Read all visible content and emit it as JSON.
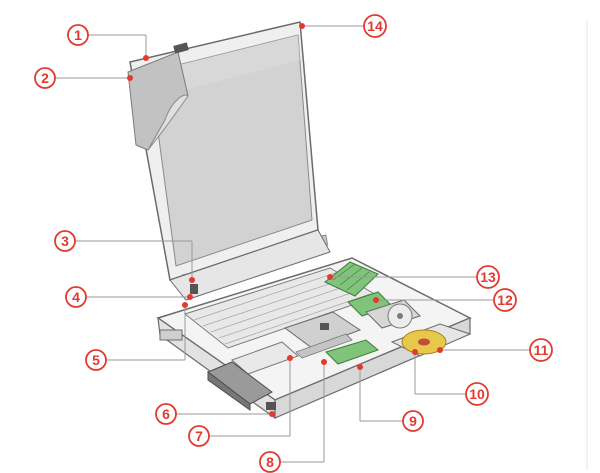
{
  "diagram": {
    "subject": "laptop-exploded-parts-diagram",
    "colors": {
      "callout": "#e33a2f",
      "leader": "#9a9a9a",
      "body": "#f2f2f2",
      "outline": "#6b6b6b",
      "screen": "#d2d2d2",
      "board": "#7fc47a",
      "disc": "#e8c84a"
    },
    "callouts": [
      {
        "id": "c1",
        "label": "1"
      },
      {
        "id": "c2",
        "label": "2"
      },
      {
        "id": "c3",
        "label": "3"
      },
      {
        "id": "c4",
        "label": "4"
      },
      {
        "id": "c5",
        "label": "5"
      },
      {
        "id": "c6",
        "label": "6"
      },
      {
        "id": "c7",
        "label": "7"
      },
      {
        "id": "c8",
        "label": "8"
      },
      {
        "id": "c9",
        "label": "9"
      },
      {
        "id": "c10",
        "label": "10"
      },
      {
        "id": "c11",
        "label": "11"
      },
      {
        "id": "c12",
        "label": "12"
      },
      {
        "id": "c13",
        "label": "13"
      },
      {
        "id": "c14",
        "label": "14"
      }
    ]
  }
}
